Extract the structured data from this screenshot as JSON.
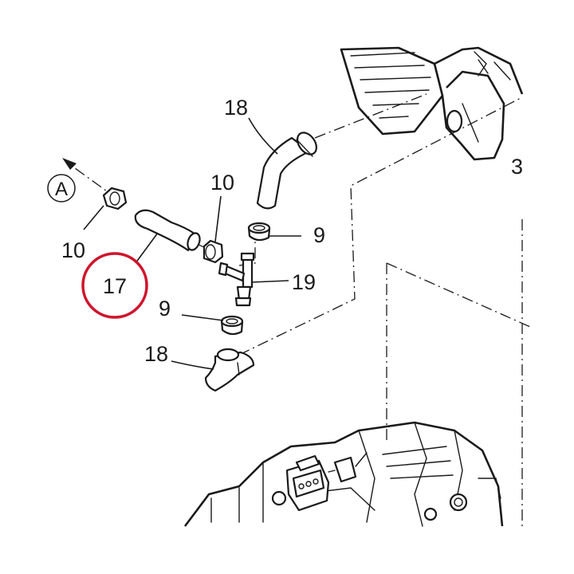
{
  "callouts": {
    "ref_a": "A",
    "clip_left": "10",
    "hose_17": "17",
    "clip_mid": "10",
    "hose_top": "18",
    "clamp_top": "9",
    "tee_19": "19",
    "clamp_bottom": "9",
    "hose_bottom": "18",
    "assembly_3": "3"
  },
  "highlight_color": "#d0142c"
}
